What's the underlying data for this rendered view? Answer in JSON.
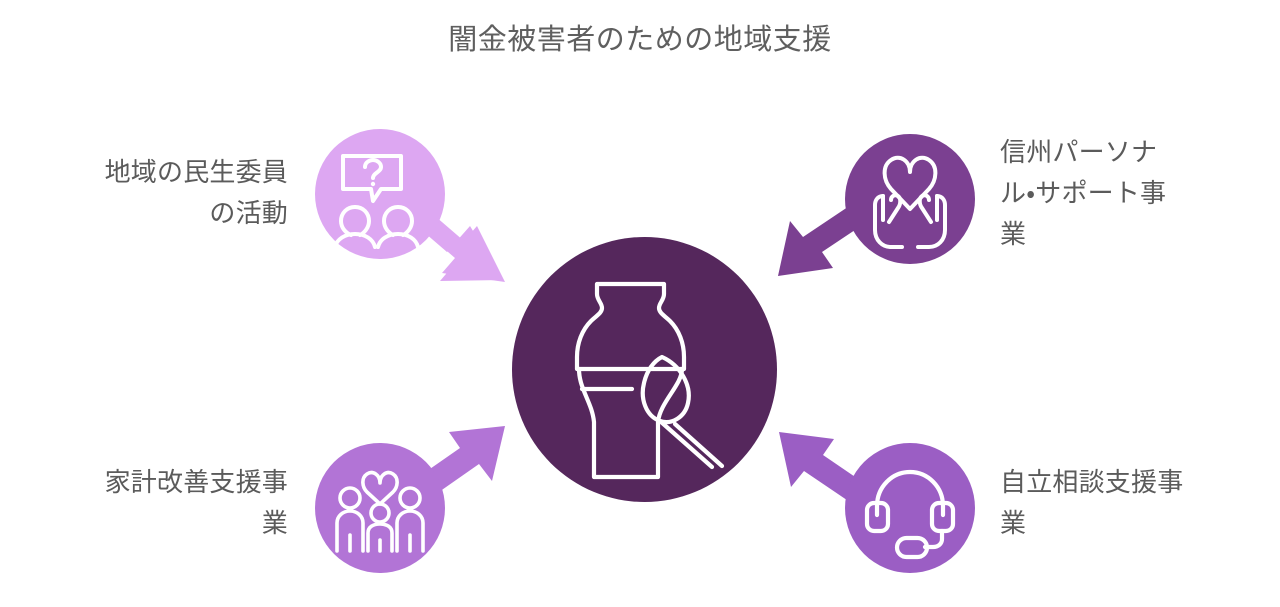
{
  "diagram": {
    "title": "闇金被害者のための地域支援",
    "title_color": "#5f5f5f",
    "background_color": "#ffffff",
    "type": "hub-and-spoke",
    "center": {
      "icon": "vase-pottery-brush-icon",
      "circle_color": "#55275c",
      "icon_color": "#ffffff"
    },
    "nodes": [
      {
        "id": "top-left",
        "label_line1": "地域の民生委員",
        "label_line2": "の活動",
        "label_full": "地域の民生委員の活動",
        "icon": "people-question-speech-bubble-icon",
        "circle_color": "#dda7f2",
        "arrow_color": "#dda7f2",
        "arrow_direction": "down-right-to-center",
        "side": "left"
      },
      {
        "id": "bottom-left",
        "label_line1": "家計改善支援事",
        "label_line2": "業",
        "label_full": "家計改善支援事業",
        "icon": "family-heart-icon",
        "circle_color": "#b274d6",
        "arrow_color": "#b274d6",
        "arrow_direction": "up-right-to-center",
        "side": "left"
      },
      {
        "id": "top-right",
        "label_line1": "信州パーソナ",
        "label_line2": "ル・サポート事",
        "label_line3": "業",
        "label_full": "信州パーソナル・サポート事業",
        "icon": "hands-holding-heart-icon",
        "circle_color": "#7b4091",
        "arrow_color": "#7b4091",
        "arrow_direction": "down-left-to-center",
        "side": "right"
      },
      {
        "id": "bottom-right",
        "label_line1": "自立相談支援事",
        "label_line2": "業",
        "label_full": "自立相談支援事業",
        "icon": "headset-support-icon",
        "circle_color": "#9b5ec4",
        "arrow_color": "#9b5ec4",
        "arrow_direction": "up-left-to-center",
        "side": "right"
      }
    ],
    "label_color": "#5b5b5b"
  }
}
